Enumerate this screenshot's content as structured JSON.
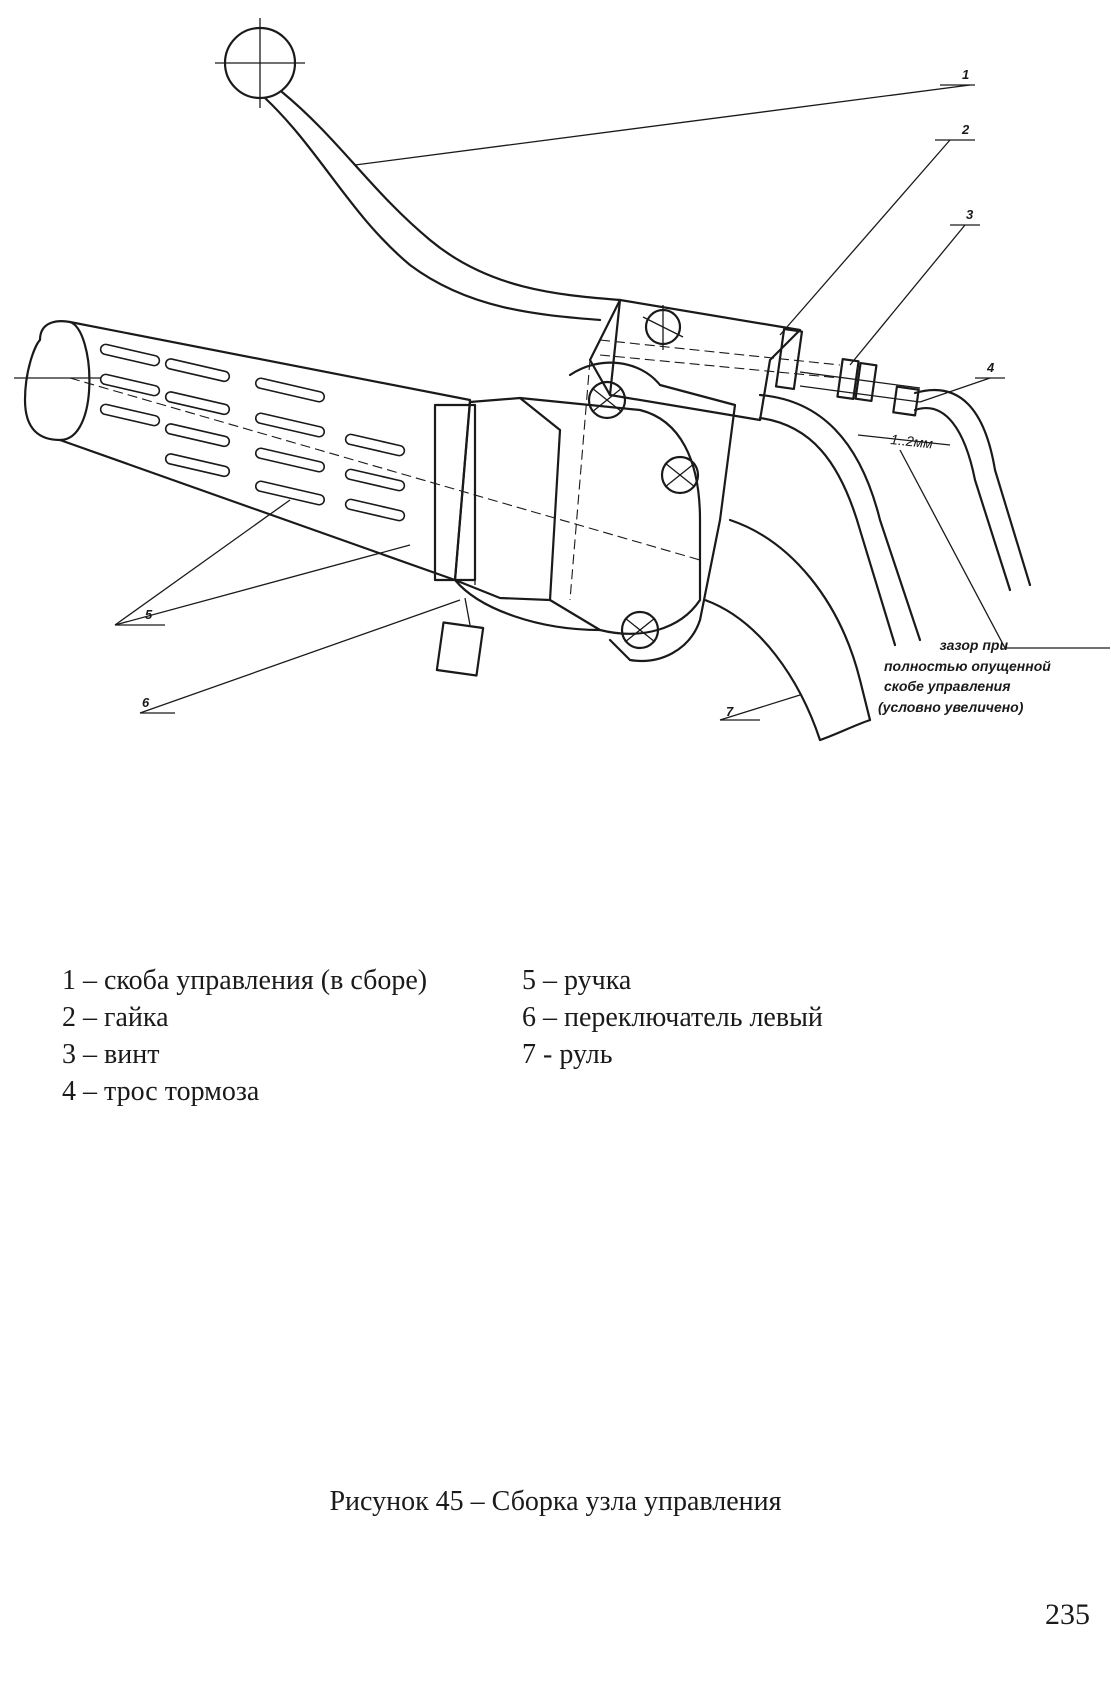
{
  "figure": {
    "callouts": [
      "1",
      "2",
      "3",
      "4",
      "5",
      "6",
      "7"
    ],
    "gap_note": [
      "зазор при",
      "полностью опущенной",
      "скобе управления",
      "(условно увеличено)"
    ],
    "dimension": "1..2мм"
  },
  "legend": {
    "left": [
      "1 – скоба управления (в сборе)",
      "2 – гайка",
      "3 – винт",
      "4 – трос тормоза"
    ],
    "right": [
      "5 – ручка",
      "6 – переключатель левый",
      "7 - руль"
    ]
  },
  "caption": "Рисунок 45 – Сборка узла управления",
  "page_number": "235"
}
